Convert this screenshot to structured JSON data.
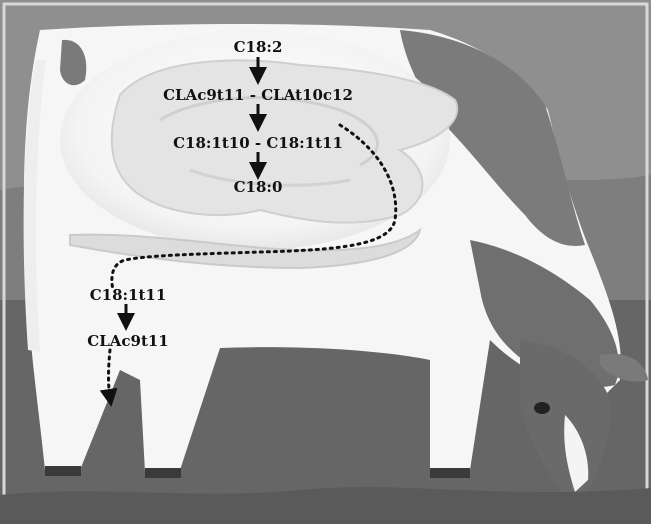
{
  "rumen_pathway": {
    "step1": "C18:2",
    "step2": "CLAc9t11 - CLAt10c12",
    "step3": "C18:1t10 - C18:1t11",
    "step4": "C18:0"
  },
  "mammary_pathway": {
    "step1": "C18:1t11",
    "step2": "CLAc9t11"
  },
  "colors": {
    "background": "#6e6e6e",
    "sky": "#8c8c8c",
    "cow_white": "#f7f7f7",
    "cow_patch": "#7a7a7a",
    "rumen_fill": "#e6e6e6",
    "rumen_stroke": "#cfcfcf",
    "text": "#111111"
  }
}
